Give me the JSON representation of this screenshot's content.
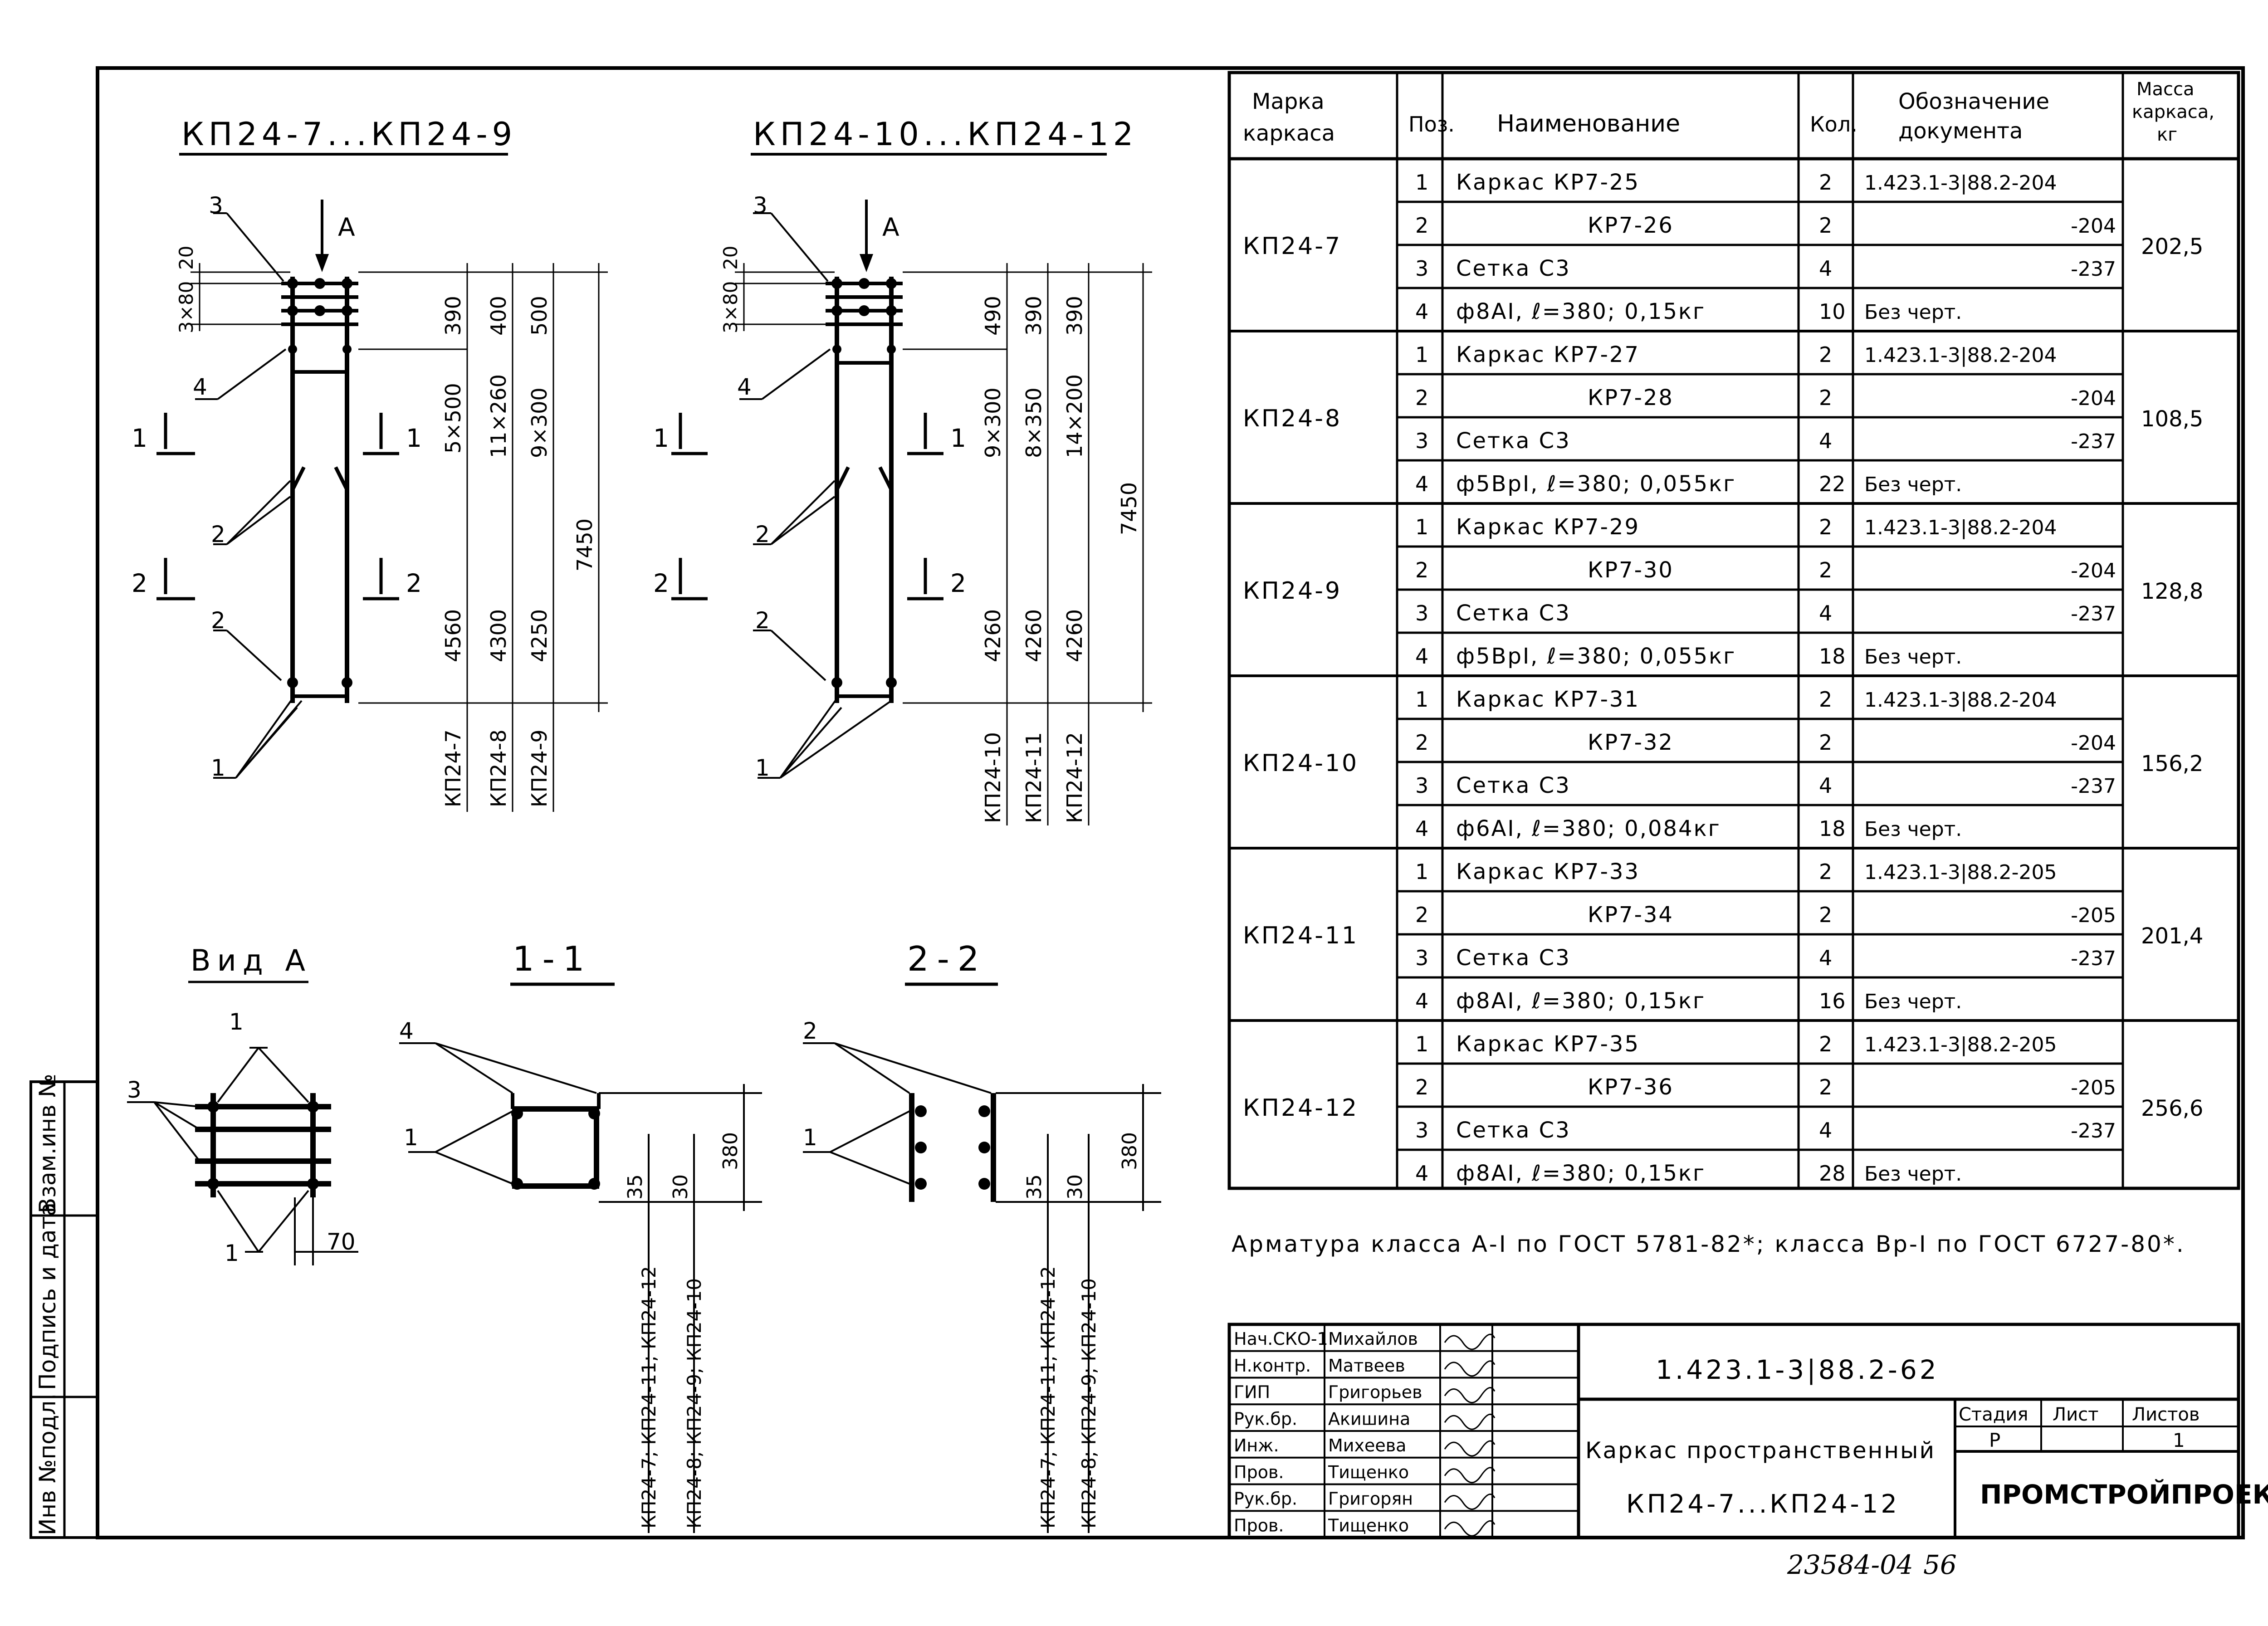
{
  "left_drawing": {
    "title": "КП24-7...КП24-9",
    "view_label": "А",
    "markers": [
      "1",
      "2",
      "3",
      "4"
    ],
    "section_marks": [
      "1",
      "2"
    ],
    "top_dims": [
      "20",
      "3×80"
    ],
    "vertical_dims_col1": [
      "390",
      "5×500",
      "4560"
    ],
    "vertical_dims_col2": [
      "400",
      "11×260",
      "4300"
    ],
    "vertical_dims_col3": [
      "500",
      "9×300",
      "4250"
    ],
    "total_dim": "7450",
    "labels": [
      "КП24-7",
      "КП24-8",
      "КП24-9"
    ]
  },
  "right_drawing": {
    "title": "КП24-10...КП24-12",
    "view_label": "А",
    "markers": [
      "1",
      "2",
      "3",
      "4"
    ],
    "section_marks": [
      "1",
      "2"
    ],
    "top_dims": [
      "20",
      "3×80"
    ],
    "vertical_dims_col1": [
      "490",
      "9×300",
      "4260"
    ],
    "vertical_dims_col2": [
      "390",
      "8×350",
      "4260"
    ],
    "vertical_dims_col3": [
      "390",
      "14×200",
      "4260"
    ],
    "total_dim": "7450",
    "labels": [
      "КП24-10",
      "КП24-11",
      "КП24-12"
    ]
  },
  "view_a": {
    "title": "Вид А",
    "markers": [
      "1",
      "3",
      "1"
    ],
    "dim": "70"
  },
  "section_11": {
    "title": "1-1",
    "markers": [
      "4",
      "1"
    ],
    "dims": [
      "35",
      "30",
      "380"
    ],
    "labels": [
      "КП24-7; КП24-11; КП24-12",
      "КП24-8; КП24-9; КП24-10"
    ]
  },
  "section_22": {
    "title": "2-2",
    "markers": [
      "2",
      "1"
    ],
    "dims": [
      "35",
      "30",
      "380"
    ],
    "labels": [
      "КП24-7; КП24-11; КП24-12",
      "КП24-8; КП24-9; КП24-10"
    ]
  },
  "side_stamp": [
    "Инв №подл.",
    "Подпись и дата",
    "Взам.инв №"
  ],
  "spec_table": {
    "headers": {
      "mark": "Марка каркаса",
      "pos": "Поз.",
      "name": "Наименование",
      "qty": "Кол.",
      "doc": "Обозначение документа",
      "mass": "Масса каркаса, кг"
    },
    "groups": [
      {
        "mark": "КП24-7",
        "mass": "202,5",
        "rows": [
          {
            "pos": "1",
            "name": "Каркас КР7-25",
            "qty": "2",
            "doc": "1.423.1-3|88.2-204"
          },
          {
            "pos": "2",
            "name": "КР7-26",
            "qty": "2",
            "doc": "-204"
          },
          {
            "pos": "3",
            "name": "Сетка С3",
            "qty": "4",
            "doc": "-237"
          },
          {
            "pos": "4",
            "name": "ф8АI, ℓ=380; 0,15кг",
            "qty": "10",
            "doc": "Без черт."
          }
        ]
      },
      {
        "mark": "КП24-8",
        "mass": "108,5",
        "rows": [
          {
            "pos": "1",
            "name": "Каркас КР7-27",
            "qty": "2",
            "doc": "1.423.1-3|88.2-204"
          },
          {
            "pos": "2",
            "name": "КР7-28",
            "qty": "2",
            "doc": "-204"
          },
          {
            "pos": "3",
            "name": "Сетка С3",
            "qty": "4",
            "doc": "-237"
          },
          {
            "pos": "4",
            "name": "ф5ВрI, ℓ=380; 0,055кг",
            "qty": "22",
            "doc": "Без черт."
          }
        ]
      },
      {
        "mark": "КП24-9",
        "mass": "128,8",
        "rows": [
          {
            "pos": "1",
            "name": "Каркас КР7-29",
            "qty": "2",
            "doc": "1.423.1-3|88.2-204"
          },
          {
            "pos": "2",
            "name": "КР7-30",
            "qty": "2",
            "doc": "-204"
          },
          {
            "pos": "3",
            "name": "Сетка С3",
            "qty": "4",
            "doc": "-237"
          },
          {
            "pos": "4",
            "name": "ф5ВрI, ℓ=380; 0,055кг",
            "qty": "18",
            "doc": "Без черт."
          }
        ]
      },
      {
        "mark": "КП24-10",
        "mass": "156,2",
        "rows": [
          {
            "pos": "1",
            "name": "Каркас КР7-31",
            "qty": "2",
            "doc": "1.423.1-3|88.2-204"
          },
          {
            "pos": "2",
            "name": "КР7-32",
            "qty": "2",
            "doc": "-204"
          },
          {
            "pos": "3",
            "name": "Сетка С3",
            "qty": "4",
            "doc": "-237"
          },
          {
            "pos": "4",
            "name": "ф6АI, ℓ=380; 0,084кг",
            "qty": "18",
            "doc": "Без черт."
          }
        ]
      },
      {
        "mark": "КП24-11",
        "mass": "201,4",
        "rows": [
          {
            "pos": "1",
            "name": "Каркас КР7-33",
            "qty": "2",
            "doc": "1.423.1-3|88.2-205"
          },
          {
            "pos": "2",
            "name": "КР7-34",
            "qty": "2",
            "doc": "-205"
          },
          {
            "pos": "3",
            "name": "Сетка С3",
            "qty": "4",
            "doc": "-237"
          },
          {
            "pos": "4",
            "name": "ф8АI, ℓ=380; 0,15кг",
            "qty": "16",
            "doc": "Без черт."
          }
        ]
      },
      {
        "mark": "КП24-12",
        "mass": "256,6",
        "rows": [
          {
            "pos": "1",
            "name": "Каркас КР7-35",
            "qty": "2",
            "doc": "1.423.1-3|88.2-205"
          },
          {
            "pos": "2",
            "name": "КР7-36",
            "qty": "2",
            "doc": "-205"
          },
          {
            "pos": "3",
            "name": "Сетка С3",
            "qty": "4",
            "doc": "-237"
          },
          {
            "pos": "4",
            "name": "ф8АI, ℓ=380; 0,15кг",
            "qty": "28",
            "doc": "Без черт."
          }
        ]
      }
    ]
  },
  "note": "Арматура класса А-I по ГОСТ 5781-82*; класса Вр-I по ГОСТ 6727-80*.",
  "title_block": {
    "roles": [
      "Нач.СКО-1",
      "Н.контр.",
      "ГИП",
      "Рук.бр.",
      "Инж.",
      "Пров.",
      "Рук.бр.",
      "Пров."
    ],
    "names": [
      "Михайлов",
      "Матвеев",
      "Григорьев",
      "Акишина",
      "Михеева",
      "Тищенко",
      "Григорян",
      "Тищенко"
    ],
    "doc_code": "1.423.1-3|88.2-62",
    "title_line1": "Каркас пространственный",
    "title_line2": "КП24-7...КП24-12",
    "stage_label": "Стадия",
    "sheet_label": "Лист",
    "sheets_label": "Листов",
    "stage": "Р",
    "sheet": "",
    "sheets": "1",
    "org": "ПРОМСТРОЙПРОЕКТ"
  },
  "footer_number": "23584-04",
  "footer_page": "56"
}
